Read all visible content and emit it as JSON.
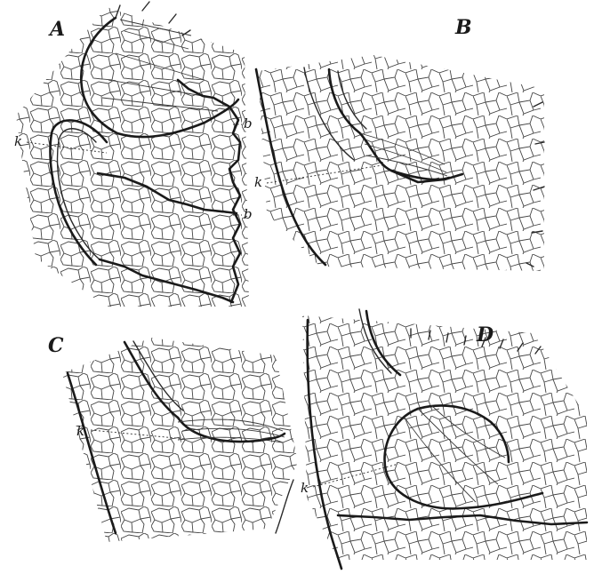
{
  "panels": [
    {
      "letter": "A",
      "mark": "k",
      "extra_marks": [
        "b",
        "b"
      ]
    },
    {
      "letter": "B",
      "mark": "k"
    },
    {
      "letter": "C",
      "mark": "k"
    },
    {
      "letter": "D",
      "mark": "k"
    }
  ]
}
